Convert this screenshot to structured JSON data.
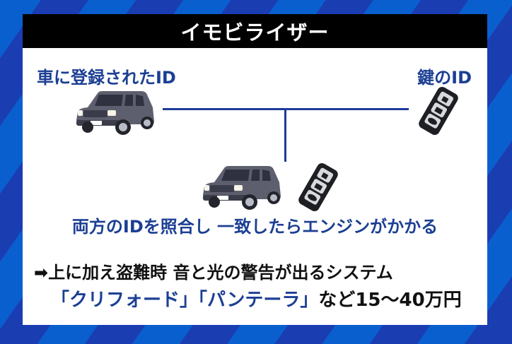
{
  "header": {
    "title": "イモビライザー"
  },
  "diagram": {
    "car_label": "車に登録されたID",
    "key_label": "鍵のID",
    "result_text": "両方のIDを照合し 一致したらエンジンがかかる",
    "icons": [
      "car-icon",
      "key-fob-icon",
      "car-icon",
      "key-fob-icon"
    ]
  },
  "notes": {
    "arrow": "➡",
    "line1": "上に加え盗難時 音と光の警告が出るシステム",
    "product1": "「クリフォード」",
    "product2": "「パンテーラ」",
    "price_text": "など15～40万円"
  },
  "colors": {
    "text_blue": "#1c3f94",
    "header_bg": "#000000",
    "stripe_dark": "#1a3db2",
    "stripe_light": "#0a5fcf"
  }
}
